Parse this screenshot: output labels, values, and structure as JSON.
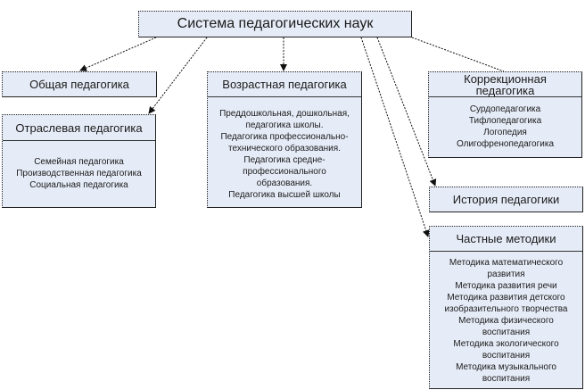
{
  "root": {
    "title": "Система педагогических наук"
  },
  "nodes": {
    "general": {
      "title": "Общая педагогика"
    },
    "branch": {
      "title": "Отраслевая педагогика",
      "items": [
        "Семейная педагогика",
        "Производственная педагогика",
        "Социальная педагогика"
      ]
    },
    "age": {
      "title": "Возрастная педагогика",
      "items": [
        "Преддошкольная, дошкольная,",
        "педагогика школы.",
        "Педагогика профессионально-",
        "технического образования.",
        "Педагогика средне-",
        "профессионального",
        "образования.",
        "Педагогика высшей школы"
      ]
    },
    "correctional": {
      "title_lines": [
        "Коррекционная",
        "педагогика"
      ],
      "items": [
        "Сурдопедагогика",
        "Тифлопедагогика",
        "Логопедия",
        "Олигофренопедагогика"
      ]
    },
    "history": {
      "title": "История педагогики"
    },
    "private_methods": {
      "title": "Частные методики",
      "items": [
        "Методика математического",
        "развития",
        "Методика развития речи",
        "Методика развития детского",
        "изобразительного творчества",
        "Методика физического",
        "воспитания",
        "Методика экологического",
        "воспитания",
        "Методика музыкального",
        "воспитания"
      ]
    }
  },
  "colors": {
    "box_fill": "#e6ecf7",
    "border": "#222222",
    "arrow": "#111111"
  }
}
